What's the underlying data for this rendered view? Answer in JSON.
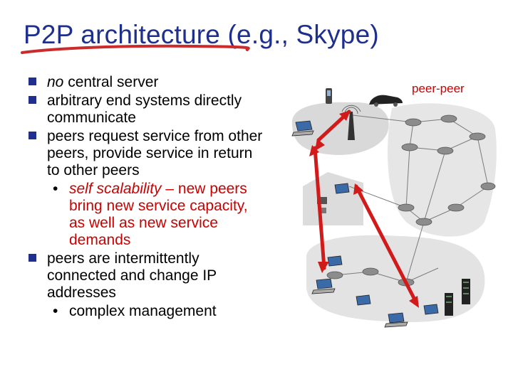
{
  "slide": {
    "title": "P2P architecture (e.g., Skype)",
    "accent_color": "#cc0000",
    "title_color": "#1f2f8e"
  },
  "bullets": {
    "b1_emph": "no",
    "b1_rest": " central server",
    "b2": "arbitrary end systems directly communicate",
    "b3": "peers request service from other peers, provide service in return to other peers",
    "b3_sub_emph": "self scalability",
    "b3_sub_rest": " – new peers bring new service capacity, as well as new service demands",
    "b4": "peers are intermittently connected and change IP addresses",
    "b4_sub": "complex management"
  },
  "diagram": {
    "label": "peer-peer",
    "icons": [
      "phone-icon",
      "car-icon",
      "cell-tower-icon",
      "laptop-icon",
      "router-icon",
      "server-icon",
      "house-icon",
      "wireless-access-point-icon"
    ]
  }
}
